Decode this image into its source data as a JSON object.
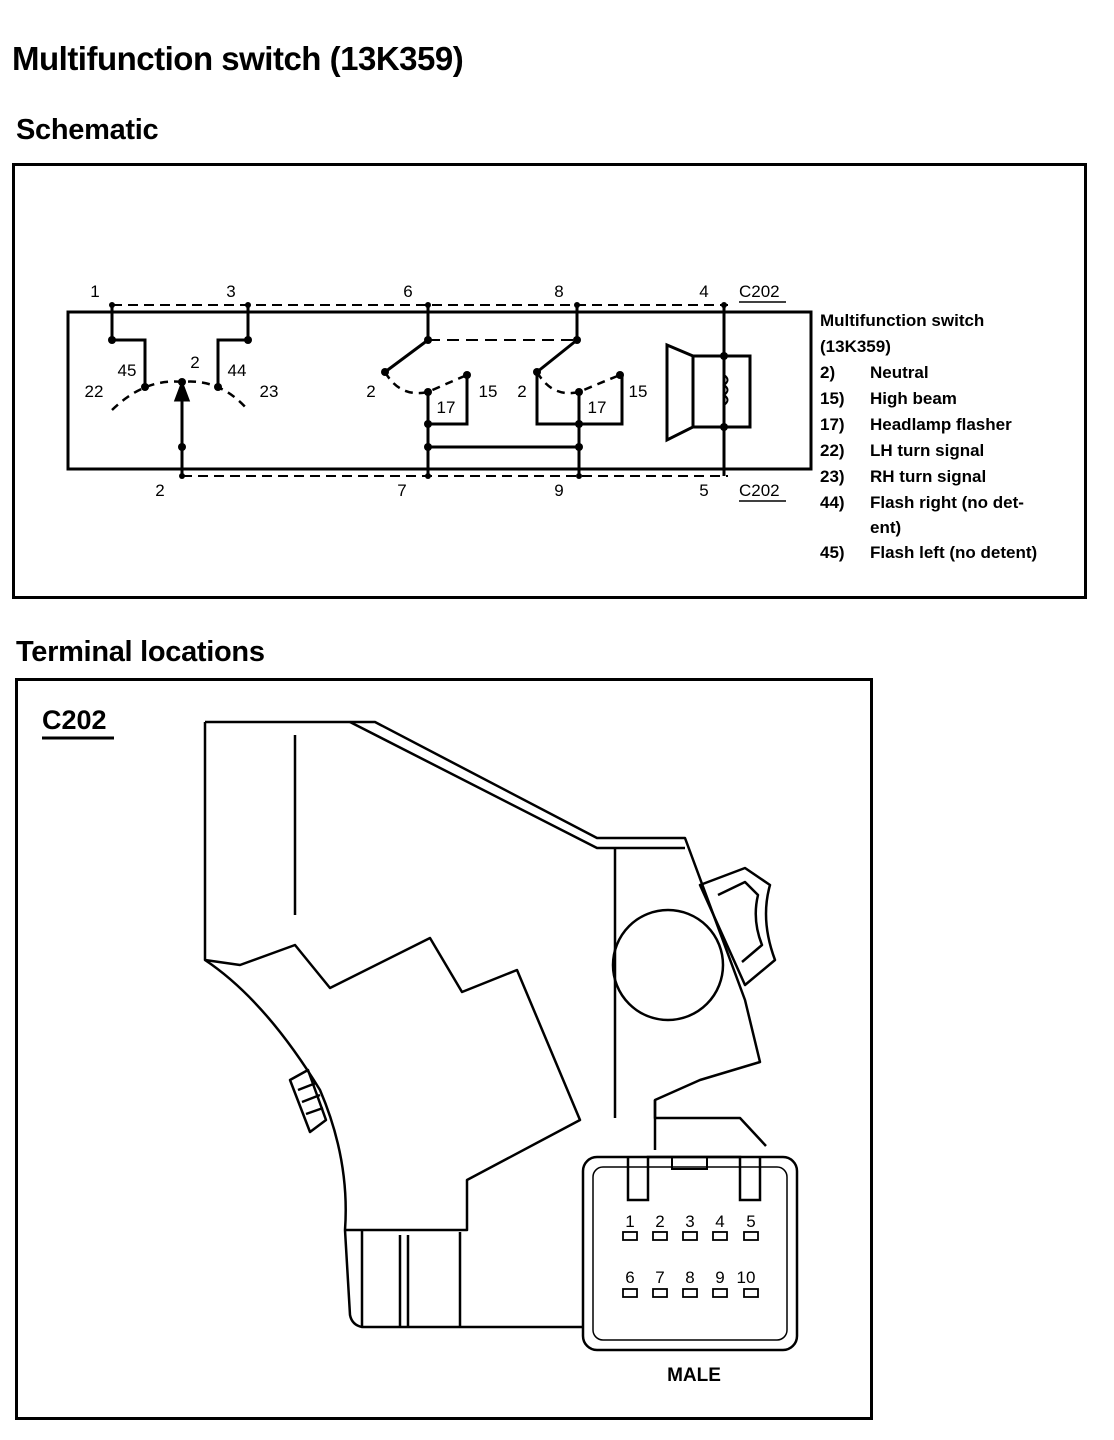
{
  "title": "Multifunction switch (13K359)",
  "sections": {
    "schematic_heading": "Schematic",
    "terminal_heading": "Terminal locations"
  },
  "schematic": {
    "top_pins": [
      "1",
      "3",
      "6",
      "8",
      "4"
    ],
    "bottom_pins": [
      "2",
      "7",
      "9",
      "5"
    ],
    "connector": "C202",
    "inner_labels": {
      "l22": "22",
      "l45": "45",
      "l2a": "2",
      "l44": "44",
      "l23": "23",
      "l2b": "2",
      "l17a": "17",
      "l15a": "15",
      "l2c": "2",
      "l17b": "17",
      "l15b": "15"
    },
    "legend": {
      "title_line1": "Multifunction switch",
      "title_line2": "(13K359)",
      "items": [
        {
          "num": "2)",
          "text": "Neutral"
        },
        {
          "num": "15)",
          "text": "High beam"
        },
        {
          "num": "17)",
          "text": "Headlamp flasher"
        },
        {
          "num": "22)",
          "text": "LH turn signal"
        },
        {
          "num": "23)",
          "text": "RH turn signal"
        },
        {
          "num": "44)",
          "text": "Flash right (no det-"
        },
        {
          "num": "",
          "text": "ent)"
        },
        {
          "num": "45)",
          "text": "Flash left (no detent)"
        }
      ]
    }
  },
  "terminal": {
    "connector_label": "C202",
    "pins_row1": [
      "1",
      "2",
      "3",
      "4",
      "5"
    ],
    "pins_row2": [
      "6",
      "7",
      "8",
      "9",
      "10"
    ],
    "gender": "MALE"
  }
}
